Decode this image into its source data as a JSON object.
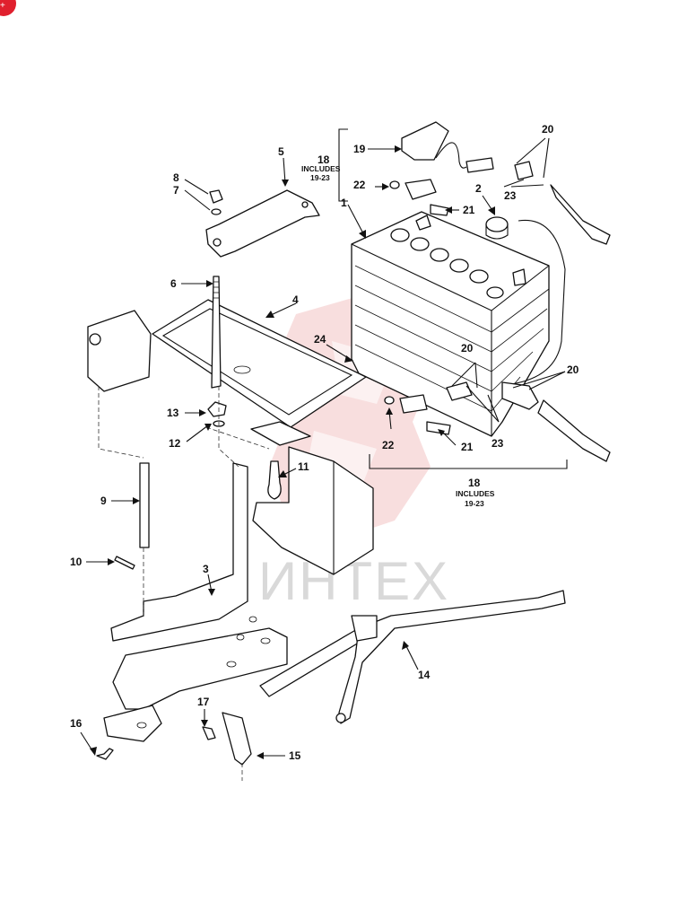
{
  "diagram": {
    "callouts": [
      {
        "id": "c1",
        "text": "1"
      },
      {
        "id": "c2",
        "text": "2"
      },
      {
        "id": "c3",
        "text": "3"
      },
      {
        "id": "c4",
        "text": "4"
      },
      {
        "id": "c5",
        "text": "5"
      },
      {
        "id": "c6",
        "text": "6"
      },
      {
        "id": "c7",
        "text": "7"
      },
      {
        "id": "c8",
        "text": "8"
      },
      {
        "id": "c9",
        "text": "9"
      },
      {
        "id": "c10",
        "text": "10"
      },
      {
        "id": "c11",
        "text": "11"
      },
      {
        "id": "c12",
        "text": "12"
      },
      {
        "id": "c13",
        "text": "13"
      },
      {
        "id": "c14",
        "text": "14"
      },
      {
        "id": "c15",
        "text": "15"
      },
      {
        "id": "c16",
        "text": "16"
      },
      {
        "id": "c17",
        "text": "17"
      },
      {
        "id": "c18a",
        "text": "18"
      },
      {
        "id": "c18b",
        "text": "18"
      },
      {
        "id": "c19",
        "text": "19"
      },
      {
        "id": "c20a",
        "text": "20"
      },
      {
        "id": "c20b",
        "text": "20"
      },
      {
        "id": "c20c",
        "text": "20"
      },
      {
        "id": "c21a",
        "text": "21"
      },
      {
        "id": "c21b",
        "text": "21"
      },
      {
        "id": "c22a",
        "text": "22"
      },
      {
        "id": "c22b",
        "text": "22"
      },
      {
        "id": "c23a",
        "text": "23"
      },
      {
        "id": "c23b",
        "text": "23"
      },
      {
        "id": "c24",
        "text": "24"
      }
    ],
    "includes_label": "INCLUDES",
    "includes_range": "19-23",
    "watermark": "ИНТЕХ",
    "colors": {
      "line": "#111111",
      "watermark_logo": "#f4c4c4",
      "watermark_text": "#c9c9c9",
      "corner_badge": "#e0202e"
    }
  }
}
